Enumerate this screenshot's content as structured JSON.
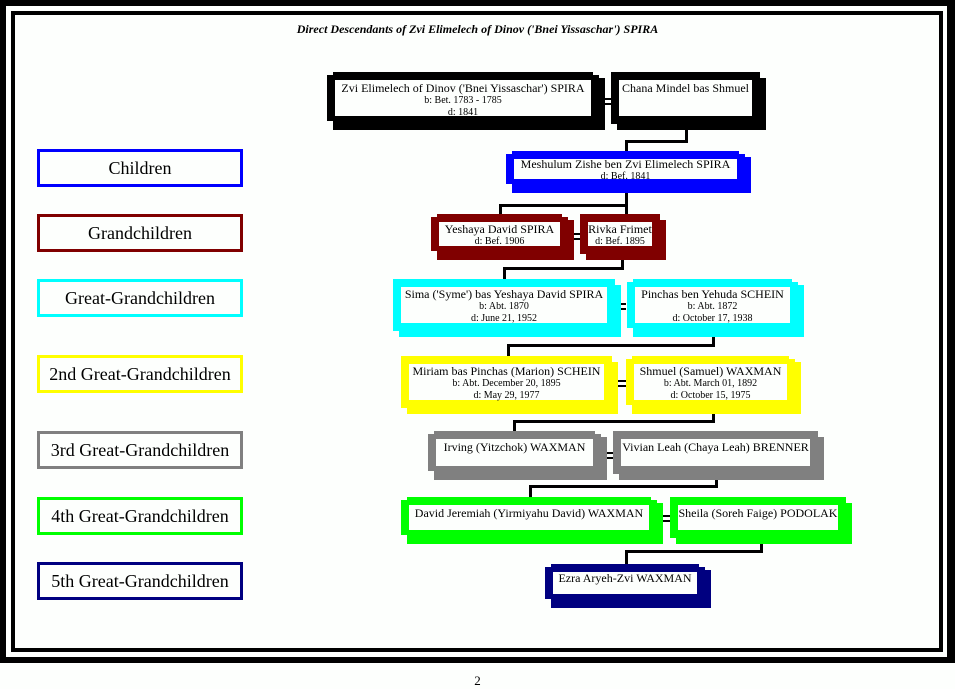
{
  "title": "Direct Descendants of Zvi Elimelech of Dinov ('Bnei Yissaschar') SPIRA",
  "page_number": "2",
  "generation_labels": [
    {
      "label": "Children",
      "color": "#0000ff"
    },
    {
      "label": "Grandchildren",
      "color": "#800000"
    },
    {
      "label": "Great-Grandchildren",
      "color": "#00ffff"
    },
    {
      "label": "2nd Great-Grandchildren",
      "color": "#ffff00"
    },
    {
      "label": "3rd Great-Grandchildren",
      "color": "#808080"
    },
    {
      "label": "4th Great-Grandchildren",
      "color": "#00ff00"
    },
    {
      "label": "5th Great-Grandchildren",
      "color": "#000080"
    }
  ],
  "people": {
    "root": {
      "name": "Zvi Elimelech of Dinov ('Bnei Yissaschar') SPIRA",
      "born": "b: Bet. 1783 - 1785",
      "died": "d: 1841",
      "color": "#000000"
    },
    "root_spouse": {
      "name": "Chana Mindel bas Shmuel",
      "color": "#000000"
    },
    "g1": {
      "name": "Meshulum Zishe ben Zvi Elimelech SPIRA",
      "died": "d: Bef. 1841",
      "color": "#0000ff"
    },
    "g2": {
      "name": "Yeshaya David SPIRA",
      "died": "d: Bef. 1906",
      "color": "#800000"
    },
    "g2_spouse": {
      "name": "Rivka Frimet",
      "died": "d: Bef. 1895",
      "color": "#800000"
    },
    "g3": {
      "name": "Sima ('Syme') bas Yeshaya David SPIRA",
      "born": "b: Abt. 1870",
      "died": "d: June 21, 1952",
      "color": "#00ffff"
    },
    "g3_spouse": {
      "name": "Pinchas ben Yehuda SCHEIN",
      "born": "b: Abt. 1872",
      "died": "d: October 17, 1938",
      "color": "#00ffff"
    },
    "g4": {
      "name": "Miriam bas Pinchas (Marion) SCHEIN",
      "born": "b: Abt. December 20, 1895",
      "died": "d: May 29, 1977",
      "color": "#ffff00"
    },
    "g4_spouse": {
      "name": "Shmuel (Samuel) WAXMAN",
      "born": "b: Abt. March 01, 1892",
      "died": "d: October 15, 1975",
      "color": "#ffff00"
    },
    "g5": {
      "name": "Irving (Yitzchok) WAXMAN",
      "color": "#808080"
    },
    "g5_spouse": {
      "name": "Vivian Leah (Chaya Leah) BRENNER",
      "color": "#808080"
    },
    "g6": {
      "name": "David Jeremiah (Yirmiyahu David) WAXMAN",
      "color": "#00ff00"
    },
    "g6_spouse": {
      "name": "Sheila (Soreh Faige) PODOLAK",
      "color": "#00ff00"
    },
    "g7": {
      "name": "Ezra Aryeh-Zvi WAXMAN",
      "color": "#000080"
    }
  }
}
